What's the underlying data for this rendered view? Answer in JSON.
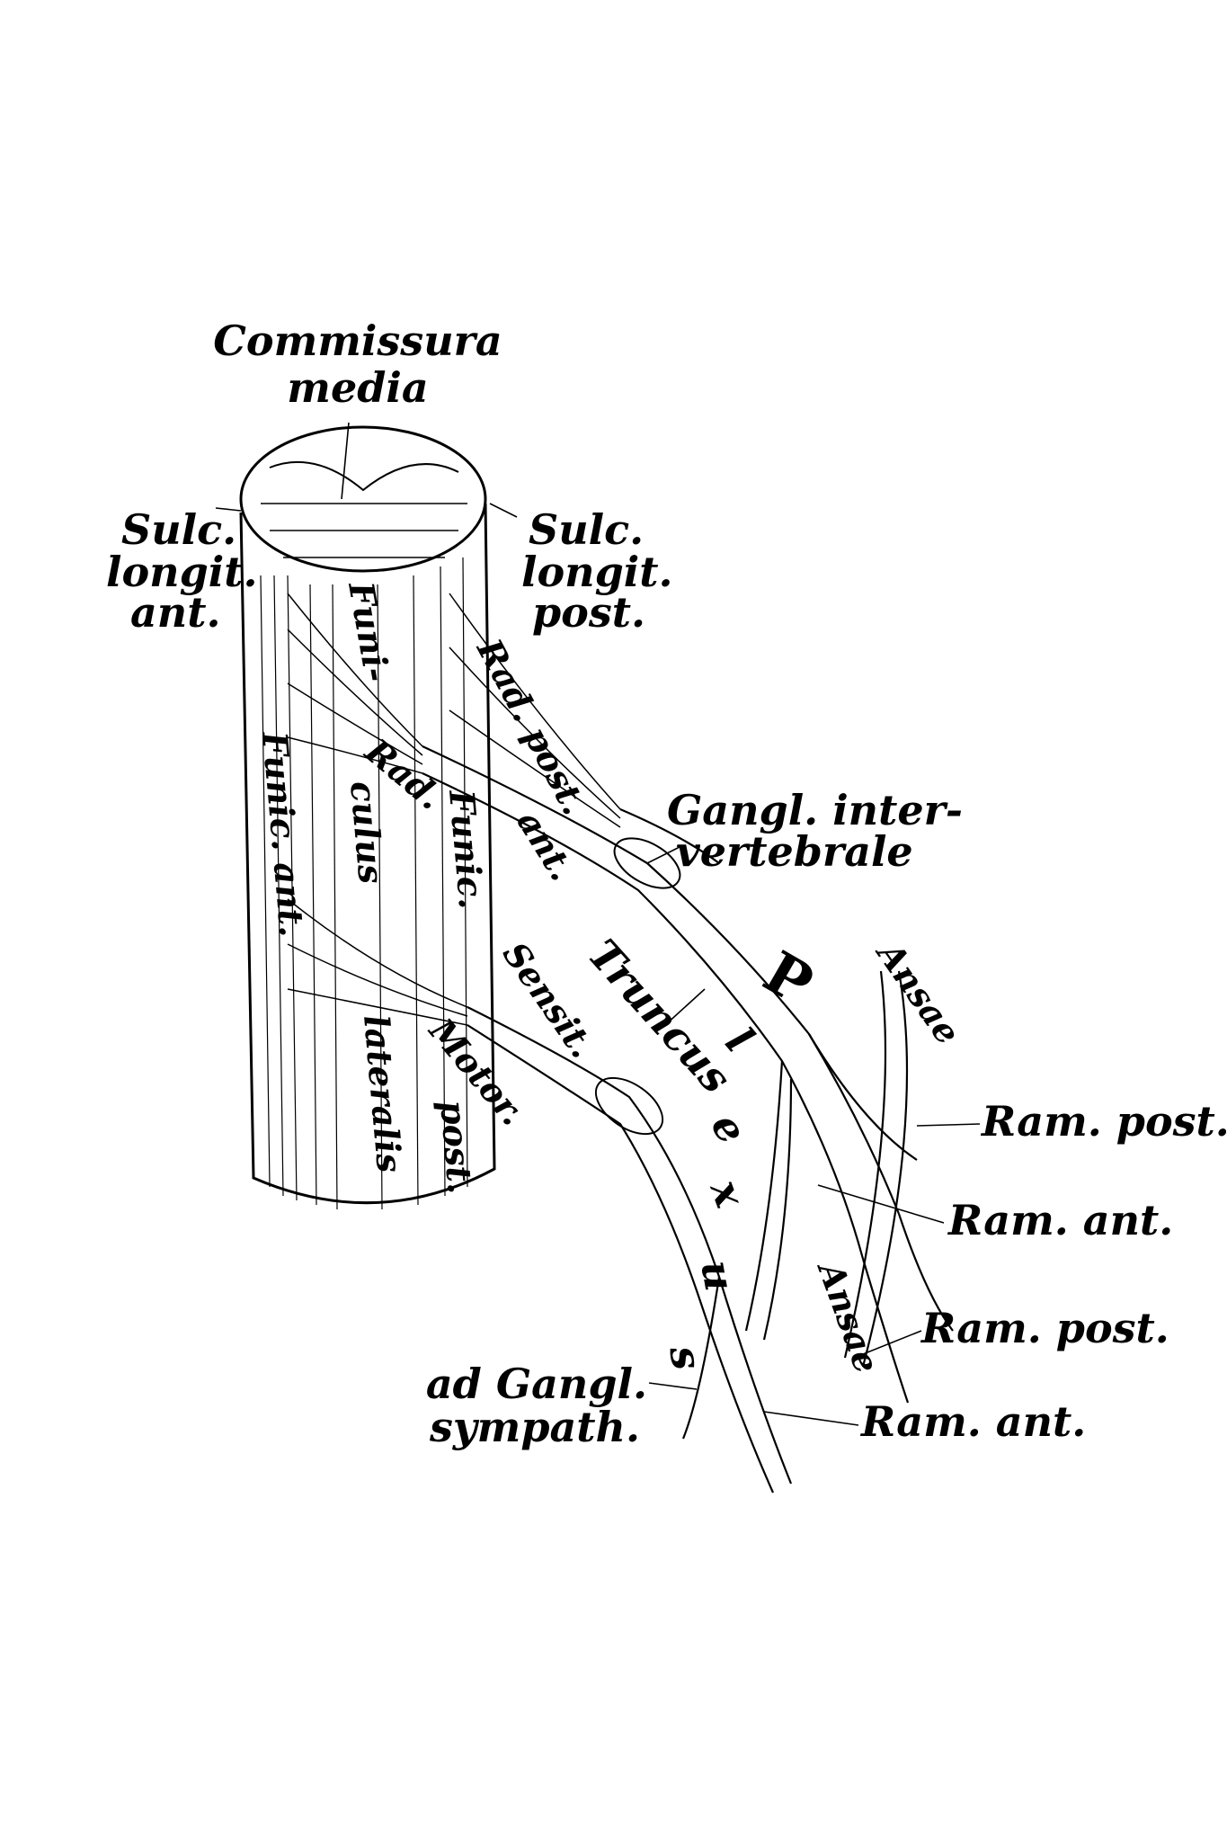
{
  "labels": {
    "commissura_1": "Commissura",
    "commissura_2": "media",
    "sulc_ant_1": "Sulc.",
    "sulc_ant_2": "longit.",
    "sulc_ant_3": "ant.",
    "sulc_post_1": "Sulc.",
    "sulc_post_2": "longit.",
    "sulc_post_3": "post.",
    "funi": "Funi-",
    "rad_post": "Rad. post.",
    "funic_ant": "Funic. ant.",
    "rad_ant_1": "Rad.",
    "rad_ant_2": "ant.",
    "culus": "culus",
    "funic_post": "Funic.",
    "gangl_1": "Gangl. inter-",
    "gangl_2": "vertebrale",
    "truncus": "Truncus",
    "sensit": "Sensit.",
    "motor": "Motor.",
    "lateralis": "lateralis",
    "post_funic": "post.",
    "plexus_p": "P",
    "plexus_l": "l",
    "plexus_e": "e",
    "plexus_x": "x",
    "plexus_u": "u",
    "plexus_s": "s",
    "ansae_1": "Ansae",
    "ansae_2": "Ansae",
    "ram_post_1": "Ram. post.",
    "ram_ant_1": "Ram. ant.",
    "ram_post_2": "Ram. post.",
    "ram_ant_2": "Ram. ant.",
    "ad_gangl_1": "ad Gangl.",
    "ad_gangl_2": "sympath."
  }
}
